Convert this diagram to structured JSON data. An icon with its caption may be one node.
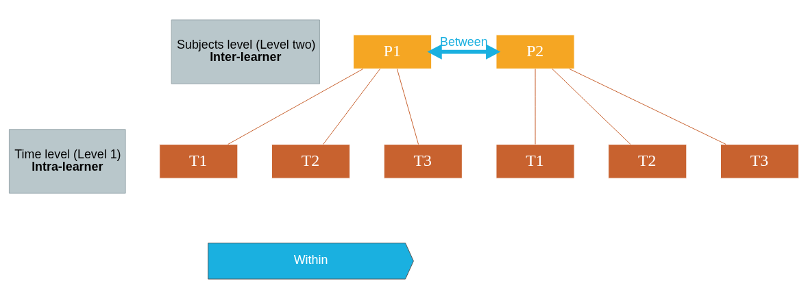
{
  "diagram": {
    "nodes": [
      {
        "text": [
          "Subjects level (Level two)",
          "Inter-learner"
        ]
      },
      {
        "text": [
          "P1"
        ]
      },
      {
        "text": [
          "P2"
        ]
      },
      {
        "text": [
          "Time level (Level 1)",
          "Intra-learner"
        ]
      },
      {
        "text": [
          "T1"
        ]
      },
      {
        "text": [
          "T2"
        ]
      },
      {
        "text": [
          "T3"
        ]
      },
      {
        "text": [
          "T1"
        ]
      },
      {
        "text": [
          "T2"
        ]
      },
      {
        "text": [
          "T3"
        ]
      },
      {
        "text": [
          "Within"
        ]
      }
    ],
    "edges": [
      {
        "from": 1,
        "to": 2,
        "arrow": "both",
        "label": "Between",
        "style": "thick",
        "color": "#1ab0e0"
      },
      {
        "from": 1,
        "to": 4,
        "arrow": "none"
      },
      {
        "from": 1,
        "to": 5,
        "arrow": "none"
      },
      {
        "from": 1,
        "to": 6,
        "arrow": "none"
      },
      {
        "from": 2,
        "to": 7,
        "arrow": "none"
      },
      {
        "from": 2,
        "to": 8,
        "arrow": "none"
      },
      {
        "from": 2,
        "to": 9,
        "arrow": "none"
      }
    ]
  }
}
